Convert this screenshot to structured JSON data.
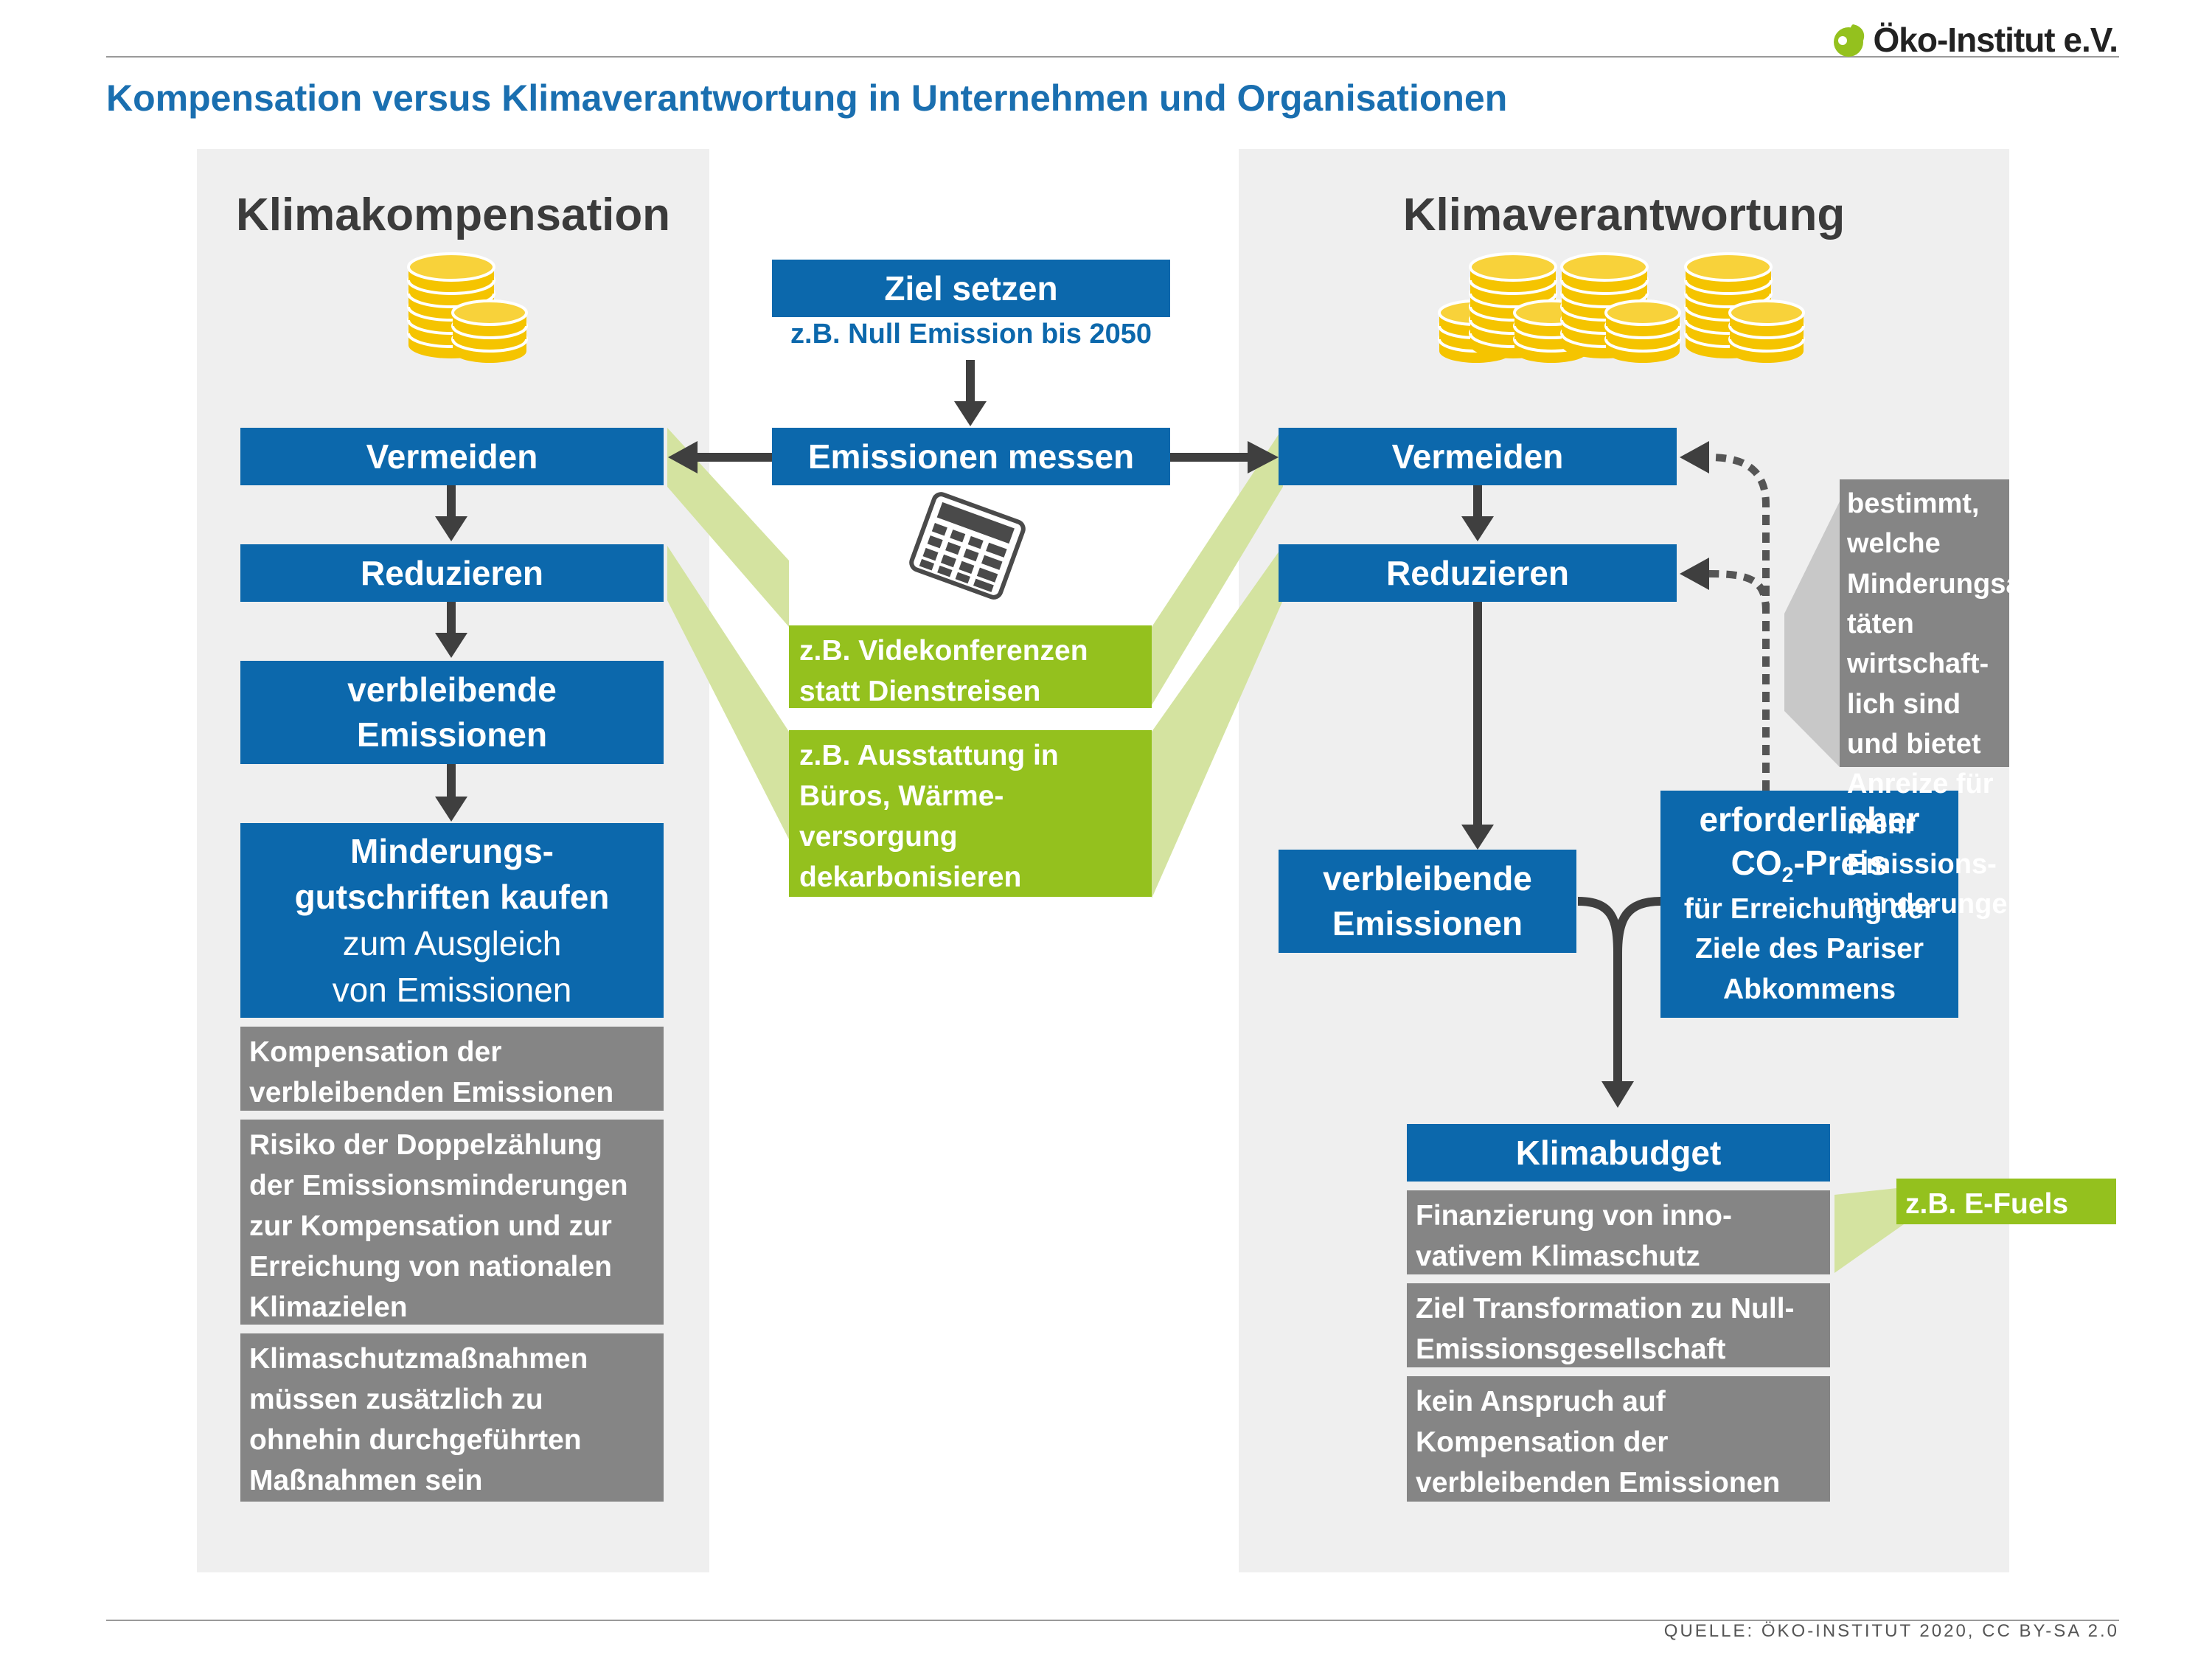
{
  "header": {
    "title": "Kompensation versus Klimaverantwortung in Unternehmen und Organisationen",
    "logo_text": "Öko-Institut e.V."
  },
  "footer": {
    "source": "QUELLE: ÖKO-INSTITUT 2020, CC BY-SA 2.0"
  },
  "left": {
    "title": "Klimakompensation",
    "vermeiden": "Vermeiden",
    "reduzieren": "Reduzieren",
    "verbleibende_1": "verbleibende",
    "verbleibende_2": "Emissionen",
    "minderung_1": "Minderungs-",
    "minderung_2": "gutschriften kaufen",
    "minderung_3": "zum Ausgleich",
    "minderung_4": "von Emissionen",
    "notes": [
      "Kompensation der verbleibenden Emissionen",
      "Risiko der Doppelzählung der Emissionsminderungen zur Kompensation und zur Erreichung von nationalen Klimazielen",
      "Klimaschutzmaßnahmen müssen zusätzlich zu ohnehin durchgeführten Maßnahmen sein"
    ]
  },
  "center": {
    "ziel": "Ziel setzen",
    "ziel_sub": "z.B. Null Emission bis 2050",
    "messen": "Emissionen messen",
    "example_1": "z.B. Videkonferenzen statt Dienstreisen",
    "example_2": "z.B. Ausstattung in Büros, Wärme-versorgung dekarbonisieren"
  },
  "right": {
    "title": "Klimaverantwortung",
    "vermeiden": "Vermeiden",
    "reduzieren": "Reduzieren",
    "verbleibende_1": "verbleibende",
    "verbleibende_2": "Emissionen",
    "co2_1": "erforderlicher",
    "co2_2a": "CO",
    "co2_2sub": "2",
    "co2_2b": "-Preis",
    "co2_3": "für Erreichung der Ziele des Pariser Abkommens",
    "co2_note": "bestimmt, welche Minderungsaktivi-täten wirtschaft-lich sind und bietet Anreize für mehr Emissions-minderungen",
    "klimabudget": "Klimabudget",
    "efuels": "z.B. E-Fuels",
    "notes": [
      "Finanzierung von inno-vativem Klimaschutz",
      "Ziel Transformation zu Null-Emissionsgesellschaft",
      "kein Anspruch auf Kompensation der verbleibenden Emissionen"
    ]
  },
  "colors": {
    "blue": "#0c68ac",
    "grey": "#858585",
    "green": "#94c11e",
    "panel": "#efefef",
    "title_blue": "#1a6fb0",
    "coin": "#f5c400"
  },
  "icons": [
    "coins-icon",
    "calculator-icon",
    "logo-leaf-icon"
  ]
}
